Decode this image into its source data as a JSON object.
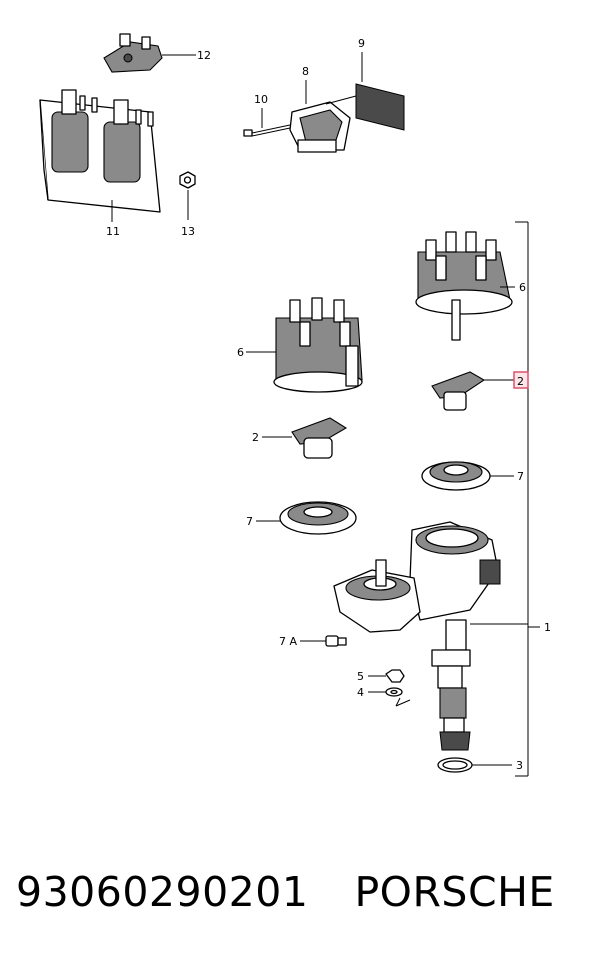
{
  "diagram": {
    "callouts": {
      "c1": "1",
      "c2": "2",
      "c2_highlight": "2",
      "c3": "3",
      "c4": "4",
      "c5": "5",
      "c6a": "6",
      "c6b": "6",
      "c7a": "7",
      "c7b": "7",
      "c7A": "7 A",
      "c8": "8",
      "c9": "9",
      "c10": "10",
      "c11": "11",
      "c12": "12",
      "c13": "13"
    },
    "highlight_color": "#e0516a"
  },
  "footer": {
    "part_number": "93060290201",
    "brand": "PORSCHE"
  }
}
